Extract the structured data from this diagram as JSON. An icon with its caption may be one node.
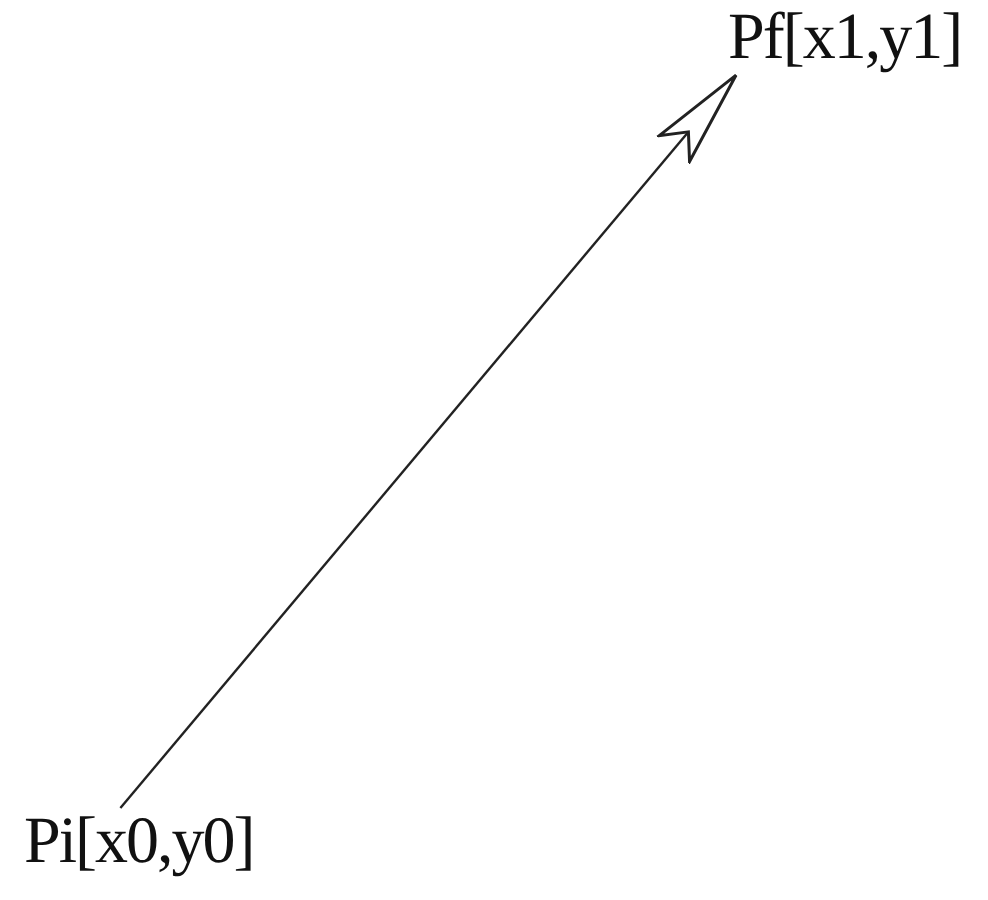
{
  "diagram": {
    "nodes": [
      {
        "text": [
          "Pi[x0,y0]"
        ]
      },
      {
        "text": [
          "Pf[x1,y1]"
        ]
      }
    ],
    "edges": [
      {
        "from": 0,
        "to": 1,
        "arrow": "to"
      }
    ]
  }
}
